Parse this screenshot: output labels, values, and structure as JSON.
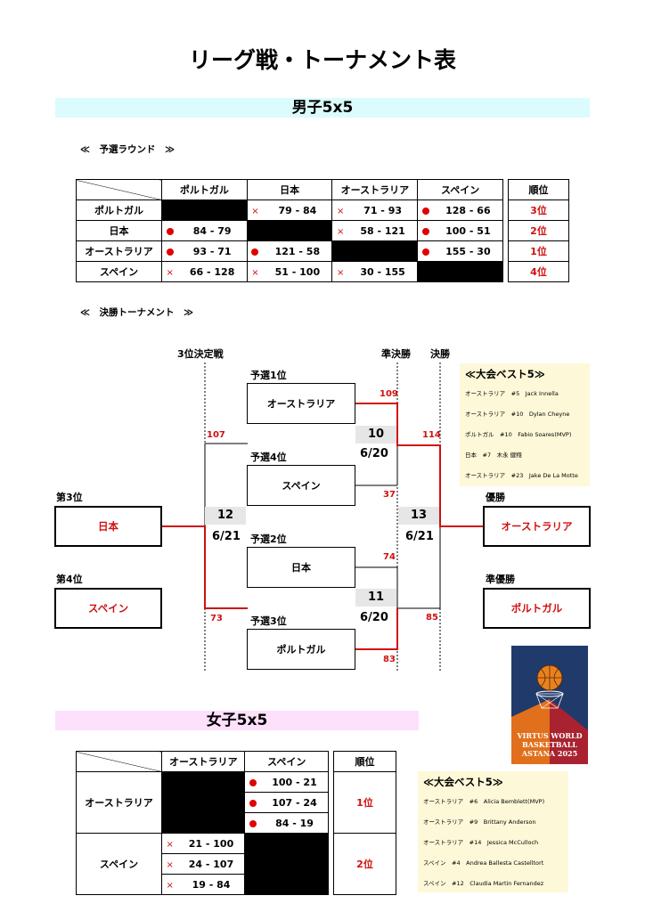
{
  "title": "リーグ戦・トーナメント表",
  "men": {
    "band": "男子5x5",
    "prelim_label": "≪　予選ラウンド　≫",
    "table": {
      "col_headers": [
        "ポルトガル",
        "日本",
        "オーストラリア",
        "スペイン"
      ],
      "rank_header": "順位",
      "rows": [
        {
          "team": "ポルトガル",
          "cells": [
            null,
            {
              "mark": "×",
              "score": "79 - 84"
            },
            {
              "mark": "×",
              "score": "71 - 93"
            },
            {
              "mark": "●",
              "score": "128 - 66"
            }
          ],
          "rank": "3位"
        },
        {
          "team": "日本",
          "cells": [
            {
              "mark": "●",
              "score": "84 - 79"
            },
            null,
            {
              "mark": "×",
              "score": "58 - 121"
            },
            {
              "mark": "●",
              "score": "100 - 51"
            }
          ],
          "rank": "2位"
        },
        {
          "team": "オーストラリア",
          "cells": [
            {
              "mark": "●",
              "score": "93 - 71"
            },
            {
              "mark": "●",
              "score": "121 - 58"
            },
            null,
            {
              "mark": "●",
              "score": "155 - 30"
            }
          ],
          "rank": "1位"
        },
        {
          "team": "スペイン",
          "cells": [
            {
              "mark": "×",
              "score": "66 - 128"
            },
            {
              "mark": "×",
              "score": "51 - 100"
            },
            {
              "mark": "×",
              "score": "30 - 155"
            },
            null
          ],
          "rank": "4位"
        }
      ]
    },
    "final_label": "≪　決勝トーナメント　≫",
    "bracket": {
      "round_third": "3位決定戦",
      "round_semi": "準決勝",
      "round_final": "決勝",
      "seeds": [
        {
          "label": "予選1位",
          "team": "オーストラリア"
        },
        {
          "label": "予選4位",
          "team": "スペイン"
        },
        {
          "label": "予選2位",
          "team": "日本"
        },
        {
          "label": "予選3位",
          "team": "ポルトガル"
        }
      ],
      "games": [
        {
          "no": "10",
          "date": "6/20"
        },
        {
          "no": "11",
          "date": "6/20"
        },
        {
          "no": "12",
          "date": "6/21"
        },
        {
          "no": "13",
          "date": "6/21"
        }
      ],
      "scores": {
        "s1": "109",
        "s4": "37",
        "s2": "74",
        "s3": "83",
        "f_top": "114",
        "f_bot": "85",
        "t_top": "107",
        "t_bot": "73"
      },
      "results": {
        "third_label": "第3位",
        "third_team": "日本",
        "fourth_label": "第4位",
        "fourth_team": "スペイン",
        "champ_label": "優勝",
        "champ_team": "オーストラリア",
        "runner_label": "準優勝",
        "runner_team": "ポルトガル"
      }
    },
    "best5": {
      "title": "≪大会ベスト5≫",
      "items": [
        "オーストラリア　#5　Jack Innella",
        "オーストラリア　#10　Dylan Cheyne",
        "ポルトガル　#10　Fabio Soares(MVP)",
        "日本　#7　木永 健翔",
        "オーストラリア　#23　Jake De La Motte"
      ]
    }
  },
  "poster": {
    "line1": "VIRTUS WORLD",
    "line2": "BASKETBALL",
    "line3": "ASTANA 2025",
    "colors": {
      "blue": "#1f3a6b",
      "orange": "#e0701c",
      "red": "#a8232f",
      "ball": "#e8821f"
    }
  },
  "women": {
    "band": "女子5x5",
    "table": {
      "col_headers": [
        "オーストラリア",
        "スペイン"
      ],
      "rank_header": "順位",
      "teams": [
        {
          "team": "オーストラリア",
          "rank": "1位",
          "games": [
            {
              "mark": "●",
              "score": "100 - 21"
            },
            {
              "mark": "●",
              "score": "107 - 24"
            },
            {
              "mark": "●",
              "score": "84 - 19"
            }
          ]
        },
        {
          "team": "スペイン",
          "rank": "2位",
          "games": [
            {
              "mark": "×",
              "score": "21 - 100"
            },
            {
              "mark": "×",
              "score": "24 - 107"
            },
            {
              "mark": "×",
              "score": "19 - 84"
            }
          ]
        }
      ]
    },
    "best5": {
      "title": "≪大会ベスト5≫",
      "items": [
        "オーストラリア　#6　Alicia Bemblett(MVP)",
        "オーストラリア　#9　Brittany Anderson",
        "オーストラリア　#14　Jessica McCulloch",
        "スペイン　#4　Andrea Ballesta Castelltort",
        "スペイン　#12　Claudia Martin Fernandez"
      ]
    }
  },
  "colors": {
    "accent_red": "#d01010",
    "men_band": "#dcfbfd",
    "women_band": "#fde0fb",
    "best_bg": "#fdf9d8"
  }
}
